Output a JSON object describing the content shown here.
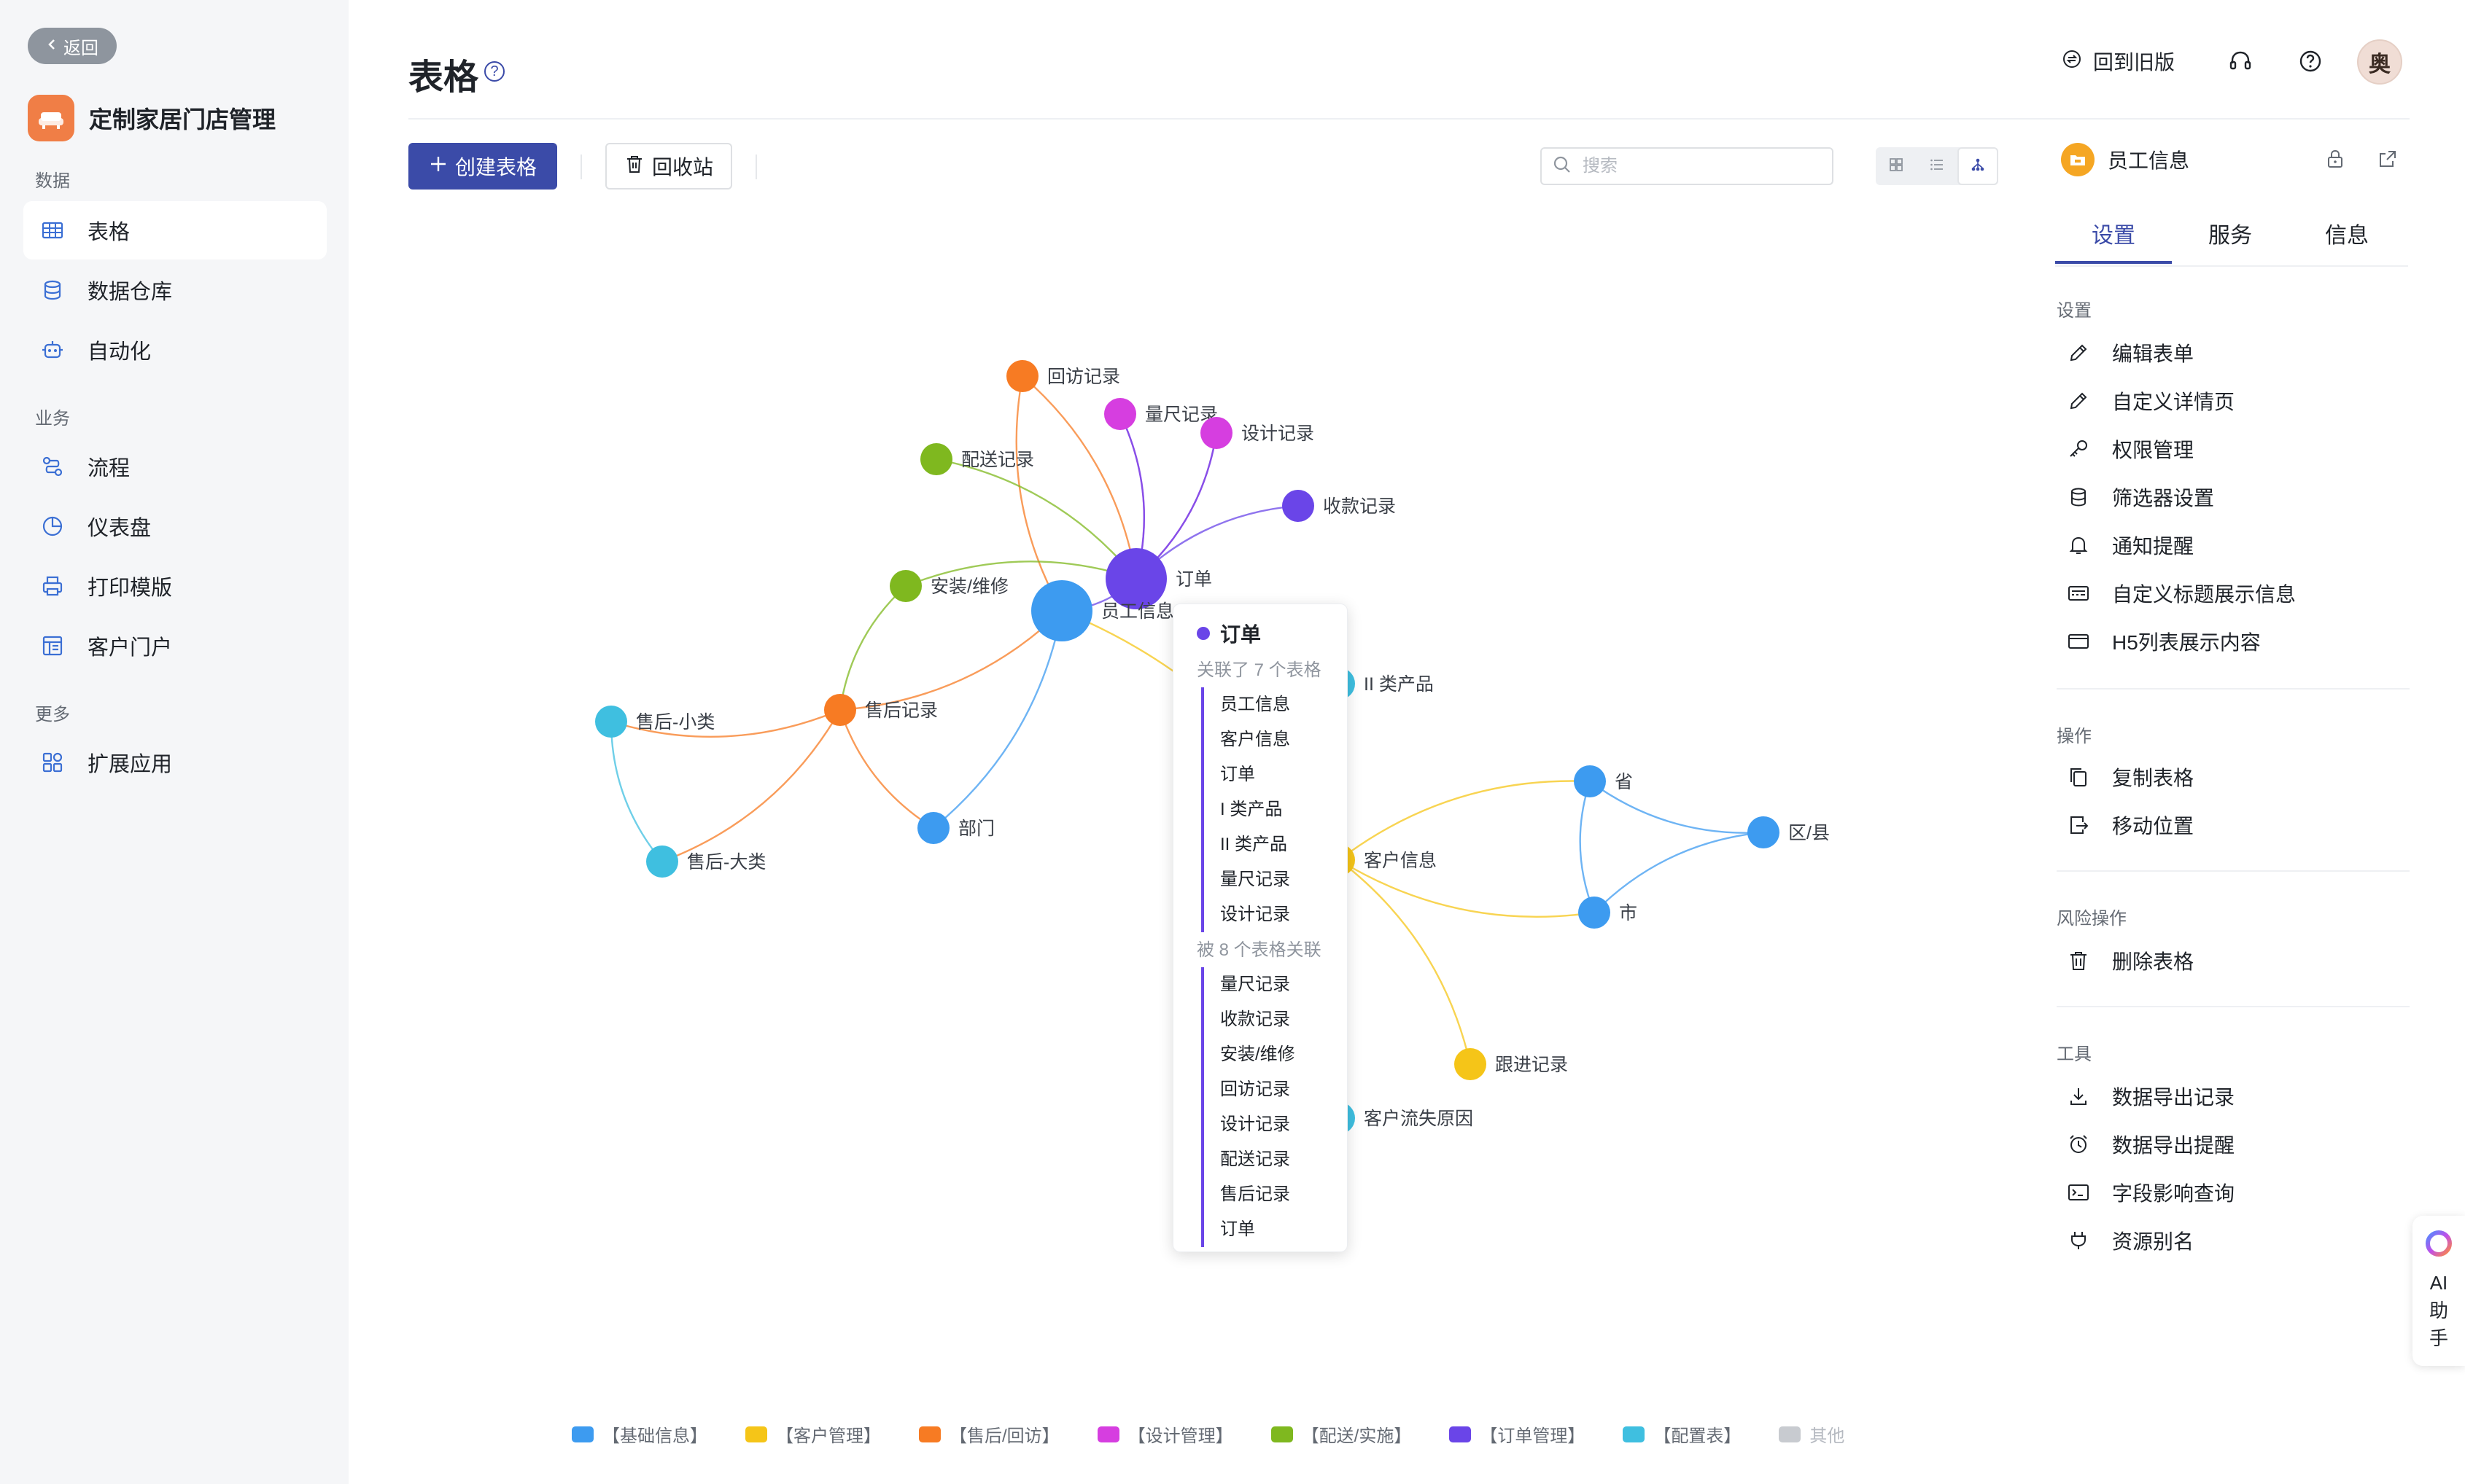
{
  "sidebar": {
    "back_label": "返回",
    "app_name": "定制家居门店管理",
    "sections": [
      {
        "label": "数据",
        "items": [
          {
            "label": "表格",
            "icon": "table-icon",
            "active": true
          },
          {
            "label": "数据仓库",
            "icon": "database-icon"
          },
          {
            "label": "自动化",
            "icon": "robot-icon"
          }
        ]
      },
      {
        "label": "业务",
        "items": [
          {
            "label": "流程",
            "icon": "flow-icon"
          },
          {
            "label": "仪表盘",
            "icon": "dashboard-icon"
          },
          {
            "label": "打印模版",
            "icon": "printer-icon"
          },
          {
            "label": "客户门户",
            "icon": "portal-icon"
          }
        ]
      },
      {
        "label": "更多",
        "items": [
          {
            "label": "扩展应用",
            "icon": "extension-icon"
          }
        ]
      }
    ]
  },
  "header": {
    "title": "表格",
    "old_version_label": "回到旧版",
    "avatar_text": "奥"
  },
  "toolbar": {
    "create_label": "创建表格",
    "recycle_label": "回收站",
    "search_placeholder": "搜索"
  },
  "graph": {
    "nodes": [
      {
        "id": "huifang",
        "label": "回访记录",
        "group": "shouhou"
      },
      {
        "id": "liangchi",
        "label": "量尺记录",
        "group": "sheji"
      },
      {
        "id": "sheji",
        "label": "设计记录",
        "group": "sheji"
      },
      {
        "id": "peisong",
        "label": "配送记录",
        "group": "peisong"
      },
      {
        "id": "shoukuan",
        "label": "收款记录",
        "group": "dingdan"
      },
      {
        "id": "anzhuang",
        "label": "安装/维修",
        "group": "peisong"
      },
      {
        "id": "dingdan",
        "label": "订单",
        "group": "dingdan",
        "size": "large"
      },
      {
        "id": "yuangong",
        "label": "员工信息",
        "group": "jichu",
        "size": "large"
      },
      {
        "id": "er_chanpin",
        "label": "II 类产品",
        "group": "peizhi"
      },
      {
        "id": "shouhou",
        "label": "售后记录",
        "group": "shouhou"
      },
      {
        "id": "shouhou_xiao",
        "label": "售后-小类",
        "group": "peizhi"
      },
      {
        "id": "bumen",
        "label": "部门",
        "group": "jichu"
      },
      {
        "id": "shouhou_da",
        "label": "售后-大类",
        "group": "peizhi"
      },
      {
        "id": "sheng",
        "label": "省",
        "group": "jichu"
      },
      {
        "id": "quxian",
        "label": "区/县",
        "group": "jichu"
      },
      {
        "id": "kehu",
        "label": "客户信息",
        "group": "kehu"
      },
      {
        "id": "shi",
        "label": "市",
        "group": "jichu"
      },
      {
        "id": "genjin",
        "label": "跟进记录",
        "group": "kehu"
      },
      {
        "id": "liushi",
        "label": "客户流失原因",
        "group": "peizhi"
      }
    ],
    "edges": [
      [
        "huifang",
        "dingdan"
      ],
      [
        "huifang",
        "yuangong"
      ],
      [
        "liangchi",
        "dingdan"
      ],
      [
        "dingdan",
        "liangchi"
      ],
      [
        "sheji",
        "dingdan"
      ],
      [
        "dingdan",
        "sheji"
      ],
      [
        "peisong",
        "dingdan"
      ],
      [
        "shoukuan",
        "dingdan"
      ],
      [
        "anzhuang",
        "dingdan"
      ],
      [
        "anzhuang",
        "shouhou"
      ],
      [
        "dingdan",
        "yuangong"
      ],
      [
        "shouhou",
        "yuangong"
      ],
      [
        "shouhou",
        "shouhou_xiao"
      ],
      [
        "shouhou_xiao",
        "shouhou_da"
      ],
      [
        "shouhou",
        "shouhou_da"
      ],
      [
        "shouhou",
        "bumen"
      ],
      [
        "yuangong",
        "bumen"
      ],
      [
        "kehu",
        "yuangong"
      ],
      [
        "kehu",
        "sheng"
      ],
      [
        "kehu",
        "shi"
      ],
      [
        "kehu",
        "genjin"
      ],
      [
        "kehu",
        "liushi"
      ],
      [
        "quxian",
        "sheng"
      ],
      [
        "quxian",
        "shi"
      ],
      [
        "shi",
        "sheng"
      ]
    ]
  },
  "popup": {
    "title": "订单",
    "links_label": "关联了 7 个表格",
    "links": [
      "员工信息",
      "客户信息",
      "订单",
      "I 类产品",
      "II 类产品",
      "量尺记录",
      "设计记录"
    ],
    "linked_by_label": "被 8 个表格关联",
    "linked_by": [
      "量尺记录",
      "收款记录",
      "安装/维修",
      "回访记录",
      "设计记录",
      "配送记录",
      "售后记录",
      "订单"
    ]
  },
  "legend": [
    {
      "label": "【基础信息】",
      "color": "#3d9bf0"
    },
    {
      "label": "【客户管理】",
      "color": "#f5c518"
    },
    {
      "label": "【售后/回访】",
      "color": "#f77b23"
    },
    {
      "label": "【设计管理】",
      "color": "#d63ee0"
    },
    {
      "label": "【配送/实施】",
      "color": "#7fb81f"
    },
    {
      "label": "【订单管理】",
      "color": "#6a45e8"
    },
    {
      "label": "【配置表】",
      "color": "#3fbfe0"
    },
    {
      "label": "其他",
      "color": "#c8cbd0"
    }
  ],
  "group_colors": {
    "jichu": "#3d9bf0",
    "kehu": "#f5c518",
    "shouhou": "#f77b23",
    "sheji": "#d63ee0",
    "peisong": "#7fb81f",
    "dingdan": "#6a45e8",
    "peizhi": "#3fbfe0"
  },
  "right_panel": {
    "title": "员工信息",
    "tabs": [
      "设置",
      "服务",
      "信息"
    ],
    "sections": [
      {
        "label": "设置",
        "items": [
          {
            "label": "编辑表单",
            "icon": "pencil-icon"
          },
          {
            "label": "自定义详情页",
            "icon": "pencil-icon"
          },
          {
            "label": "权限管理",
            "icon": "key-icon"
          },
          {
            "label": "筛选器设置",
            "icon": "database-icon"
          },
          {
            "label": "通知提醒",
            "icon": "bell-icon"
          },
          {
            "label": "自定义标题展示信息",
            "icon": "title-card-icon"
          },
          {
            "label": "H5列表展示内容",
            "icon": "window-icon"
          }
        ]
      },
      {
        "label": "操作",
        "items": [
          {
            "label": "复制表格",
            "icon": "copy-icon"
          },
          {
            "label": "移动位置",
            "icon": "move-icon"
          }
        ]
      },
      {
        "label": "风险操作",
        "items": [
          {
            "label": "删除表格",
            "icon": "trash-icon"
          }
        ]
      },
      {
        "label": "工具",
        "items": [
          {
            "label": "数据导出记录",
            "icon": "download-icon"
          },
          {
            "label": "数据导出提醒",
            "icon": "alarm-icon"
          },
          {
            "label": "字段影响查询",
            "icon": "terminal-icon"
          },
          {
            "label": "资源别名",
            "icon": "plug-icon"
          }
        ]
      }
    ]
  },
  "ai_assistant": {
    "label": "AI助手"
  }
}
